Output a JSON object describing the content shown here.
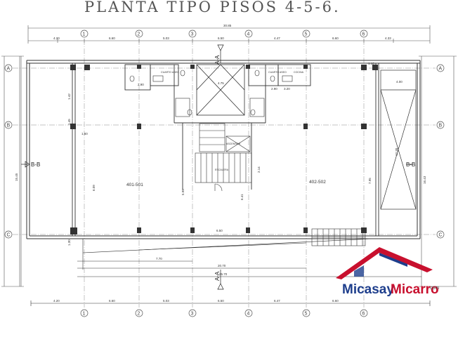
{
  "title": "PLANTA TIPO PISOS 4-5-6.",
  "grid_columns": [
    "1",
    "2",
    "3",
    "4",
    "5",
    "6"
  ],
  "grid_rows": [
    "A",
    "B",
    "C"
  ],
  "apartments": {
    "left": "401-501",
    "right": "402-502"
  },
  "rooms": {
    "elevator": "ASCENSOR",
    "stair": "ESCALERA",
    "bath_left": "CUARTO ASEO",
    "bath_right": "CUARTO ASEO",
    "kitchen": "COCINA"
  },
  "sections": {
    "a_top": "A-A",
    "a_bottom": "A-A",
    "b_left": "B-B",
    "b_right": "B-B"
  },
  "dimensions": {
    "overall_top": "30.85",
    "top": [
      "4.20",
      "6.60",
      "5.03",
      "6.50",
      "4.47",
      "6.60",
      "4.33"
    ],
    "bottom": [
      "4.20",
      "6.60",
      "5.03",
      "6.50",
      "6.47",
      "6.60"
    ],
    "center_top": "4.75",
    "center_mid": "6.50",
    "left_vertical": "15.45",
    "right_vertical": "16.43",
    "bottom_run_a": "7.70",
    "bottom_run_b": "20.70",
    "bottom_run_c": "25.70",
    "right_top": "4.00",
    "right_mid": "12.30",
    "left_mid": "6.09",
    "mid_a": "5.95",
    "mid_b": "6.41",
    "mid_c": "7.95",
    "misc": [
      "1.60",
      "1.10",
      "2.90",
      "1.42",
      "3.20",
      "2.14",
      "1.45",
      "2.90",
      "1.30"
    ]
  },
  "logo": {
    "part1": "Micasay",
    "part2": "Micarro",
    "suffix": ".com"
  },
  "colors": {
    "line": "#3a3a3a",
    "axis": "#8a8a8a",
    "logo_blue": "#1e3e8c",
    "logo_red": "#c8102e"
  }
}
